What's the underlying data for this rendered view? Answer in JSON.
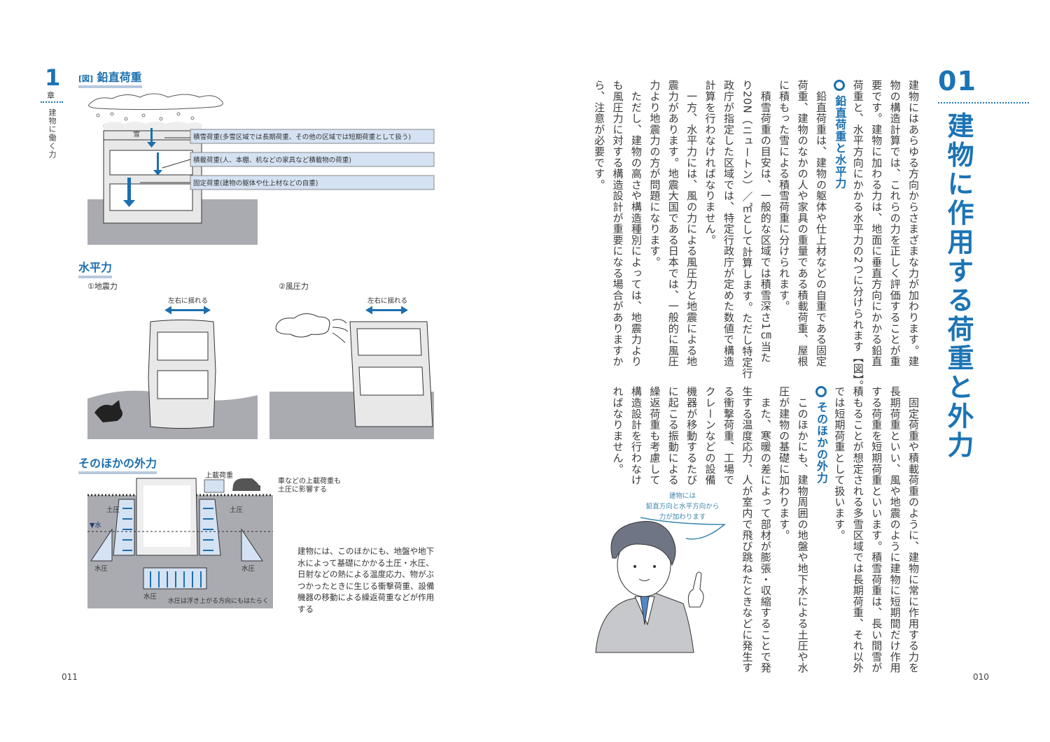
{
  "left_page": {
    "chapter_number": "1",
    "chapter_label": "章",
    "chapter_title": "建物に働く力",
    "figure_tag": "[図]",
    "figure_title": "鉛直荷重",
    "snow_label": "雪",
    "vertical_loads": [
      "積雪荷重(多雪区域では長期荷重、その他の区域では短期荷重として扱う)",
      "積載荷重(人、本棚、机などの家具など積載物の荷重)",
      "固定荷重(建物の躯体や仕上材などの自重)"
    ],
    "horizontal_title": "水平力",
    "seismic_label": "①地震力",
    "wind_label": "②風圧力",
    "sway_label_1": "左右に揺れる",
    "sway_label_2": "左右に揺れる",
    "other_title": "そのほかの外力",
    "surcharge_label": "上載荷重",
    "car_note": [
      "車などの上載荷重も",
      "土圧に影響する"
    ],
    "earth_pressure_left": "土圧",
    "earth_pressure_right": "土圧",
    "water_level": "▼水",
    "water_pressure_left": "水圧",
    "water_pressure_right": "水圧",
    "water_pressure_bottom": "水圧",
    "uplift_note": "水圧は浮き上がる方向にもはたらく",
    "caption": "建物には、このほかにも、地盤や地下水によって基礎にかかる土圧・水圧、日射などの熱による温度応力、物がぶつかったときに生じる衝撃荷重、設備機器の移動による繰返荷重などが作用する",
    "page_number": "011"
  },
  "right_page": {
    "section_number": "01",
    "section_title": "建物に作用する荷重と外力",
    "upper_columns": [
      {
        "t": "建物にはあらゆる方向からさまざまな力が加わります。建"
      },
      {
        "t": "物の構造計算では、これらの力を正しく評価することが重"
      },
      {
        "t": "要です。建物に加わる力は、地面に垂直方向にかかる鉛直"
      },
      {
        "t": "荷重と、水平方向にかかる水平力の2つに分けられます【図】。"
      },
      {
        "t": "鉛直荷重と水平力",
        "h": true
      },
      {
        "t": "　鉛直荷重は、建物の躯体や仕上材などの自重である固定"
      },
      {
        "t": "荷重、建物のなかの人や家具の重量である積載荷重、屋根"
      },
      {
        "t": "に積もった雪による積雪荷重に分けられます。"
      },
      {
        "t": "　積雪荷重の目安は、一般的な区域では積雪深さ1㎝当た"
      },
      {
        "t": "り20N（ニュートン）／㎡として計算します。ただし特定行"
      },
      {
        "t": "政庁が指定した区域では、特定行政庁が定めた数値で構造"
      },
      {
        "t": "計算を行わなければなりません。"
      },
      {
        "t": "　一方、水平力には、風の力による風圧力と地震による地"
      },
      {
        "t": "震力があります。地震大国である日本では、一般的に風圧"
      },
      {
        "t": "力より地震力の方が問題になります。"
      },
      {
        "t": "　ただし、建物の高さや構造種別によっては、地震力より"
      },
      {
        "t": "も風圧力に対する構造設計が重要になる場合がありますか"
      },
      {
        "t": "ら、注意が必要です。"
      }
    ],
    "lower_columns": [
      {
        "t": "　固定荷重や積載荷重のように、建物に常に作用する力を"
      },
      {
        "t": "長期荷重といい、風や地震のように建物に短期間だけ作用"
      },
      {
        "t": "する荷重を短期荷重といいます。積雪荷重は、長い間雪が"
      },
      {
        "t": "積もることが想定される多雪区域では長期荷重、それ以外"
      },
      {
        "t": "では短期荷重として扱います。"
      },
      {
        "t": "そのほかの外力",
        "h": true
      },
      {
        "t": "　このほかにも、建物周囲の地盤や地下水による土圧や水"
      },
      {
        "t": "圧が建物の基礎に加わります。"
      },
      {
        "t": "　また、寒暖の差によって部材が膨張・収縮することで発"
      },
      {
        "t": "生する温度応力、人が室内で飛び跳ねたときなどに発生す"
      },
      {
        "t": "る衝撃荷重、工場で"
      },
      {
        "t": "クレーンなどの設備"
      },
      {
        "t": "機器が移動するたび"
      },
      {
        "t": "に起こる振動による"
      },
      {
        "t": "繰返荷重も考慮して"
      },
      {
        "t": "構造設計を行わなけ"
      },
      {
        "t": "ればなりません。"
      }
    ],
    "speech_bubble": [
      "建物には",
      "鉛直方向と水平方向から",
      "力が加わります"
    ],
    "page_number": "010"
  },
  "colors": {
    "accent": "#1b74b5",
    "label_box": "#d4e2f3",
    "ground": "#a9abb0"
  }
}
